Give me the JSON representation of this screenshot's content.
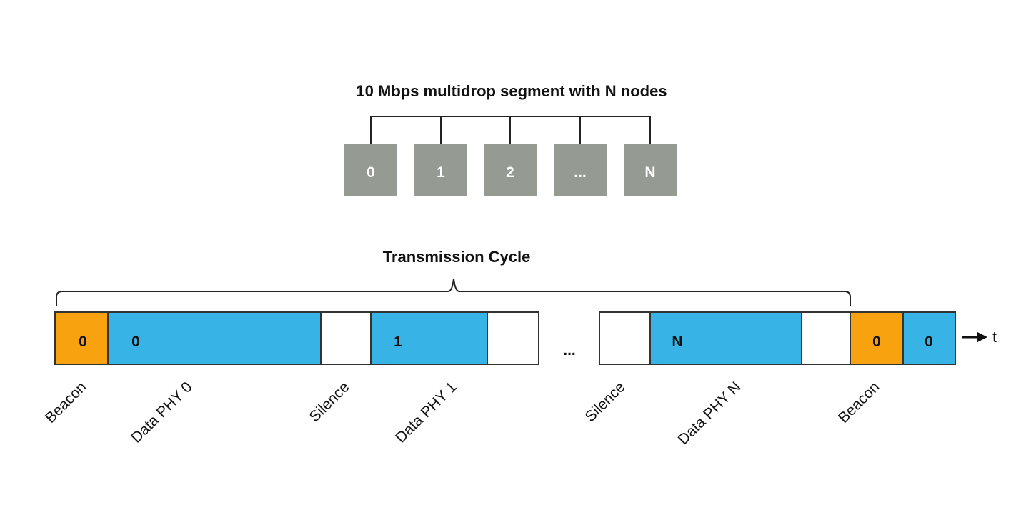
{
  "segment": {
    "title": "10 Mbps multidrop segment with N nodes",
    "nodes": [
      "0",
      "1",
      "2",
      "...",
      "N"
    ],
    "node_color": "#959a92"
  },
  "cycle": {
    "title": "Transmission Cycle",
    "gap_label": "...",
    "time_label": "t",
    "colors": {
      "beacon": "#f9a20f",
      "data": "#37b3e5",
      "silence": "#ffffff",
      "border": "#333333"
    },
    "slots": [
      {
        "kind": "beacon",
        "text": "0"
      },
      {
        "kind": "data",
        "text": "0"
      },
      {
        "kind": "silence",
        "text": ""
      },
      {
        "kind": "data",
        "text": "1"
      },
      {
        "kind": "silence",
        "text": ""
      },
      {
        "kind": "silence",
        "text": ""
      },
      {
        "kind": "data",
        "text": "N"
      },
      {
        "kind": "silence",
        "text": ""
      },
      {
        "kind": "beacon",
        "text": "0"
      },
      {
        "kind": "data",
        "text": "0"
      }
    ],
    "labels": [
      "Beacon",
      "Data PHY 0",
      "Silence",
      "Data PHY 1",
      "Silence",
      "Data PHY N",
      "Beacon"
    ]
  }
}
